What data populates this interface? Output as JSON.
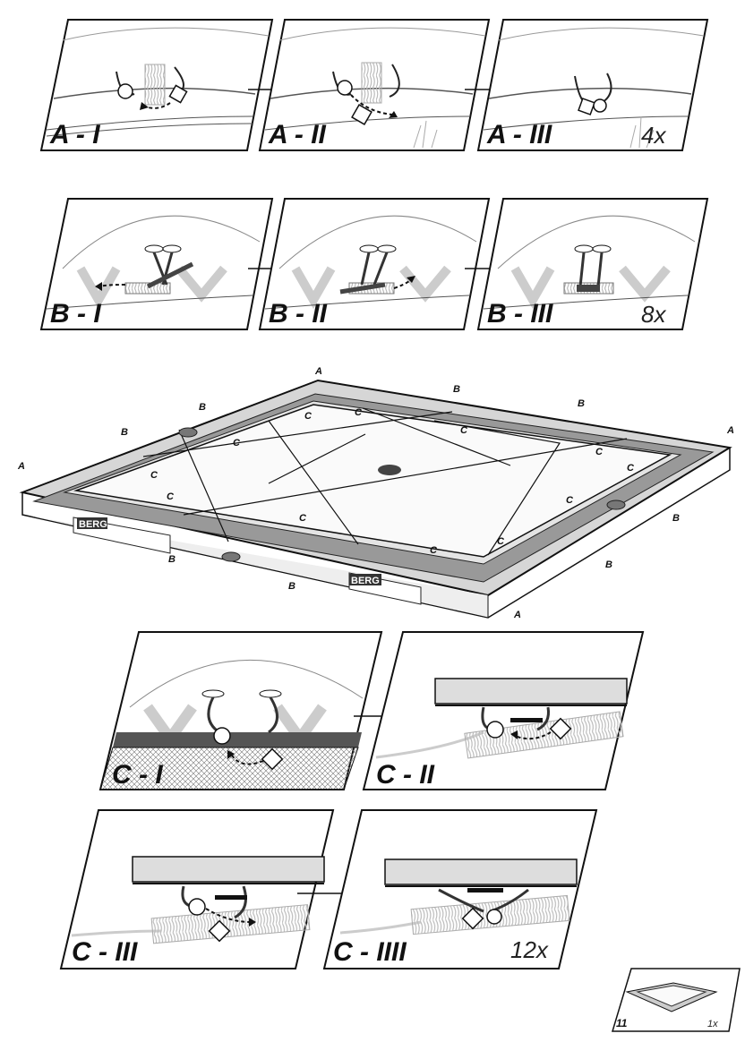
{
  "steps_row_a": [
    "A - I",
    "A - II",
    "A - III"
  ],
  "steps_row_b": [
    "B - I",
    "B - II",
    "B - III"
  ],
  "steps_row_c1": [
    "C - I",
    "C - II"
  ],
  "steps_row_c2": [
    "C - III",
    "C - IIII"
  ],
  "counts": {
    "a": "4x",
    "b": "8x",
    "c": "12x"
  },
  "overview_labels": {
    "a": "A",
    "b": "B",
    "c": "C"
  },
  "brand": "BERG",
  "page_badge": {
    "page": "11",
    "count": "1x"
  }
}
